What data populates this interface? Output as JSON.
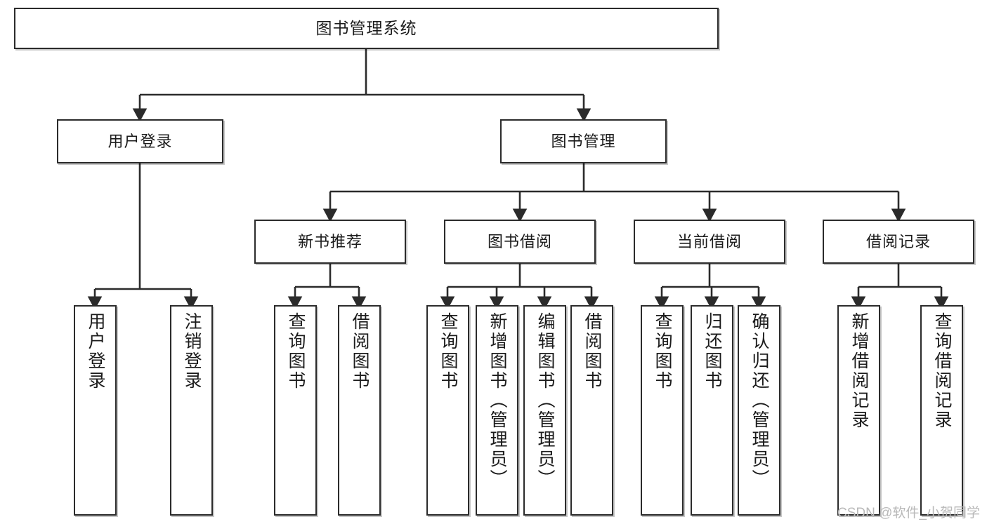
{
  "diagram": {
    "title": "图书管理系统",
    "type": "功能结构图",
    "nodes": {
      "root": {
        "label": "图书管理系统"
      },
      "level2": [
        {
          "id": "user-login",
          "label": "用户登录"
        },
        {
          "id": "book-manage",
          "label": "图书管理"
        }
      ],
      "level3": [
        {
          "id": "new-book-recommend",
          "label": "新书推荐"
        },
        {
          "id": "book-borrow",
          "label": "图书借阅"
        },
        {
          "id": "current-borrow",
          "label": "当前借阅"
        },
        {
          "id": "borrow-record",
          "label": "借阅记录"
        }
      ],
      "leaves": [
        {
          "id": "leaf-user-login",
          "label": "用户登录",
          "parent": "user-login"
        },
        {
          "id": "leaf-user-logout",
          "label": "注销登录",
          "parent": "user-login"
        },
        {
          "id": "leaf-query-book-1",
          "label": "查询图书",
          "parent": "new-book-recommend"
        },
        {
          "id": "leaf-borrow-book-1",
          "label": "借阅图书",
          "parent": "new-book-recommend"
        },
        {
          "id": "leaf-query-book-2",
          "label": "查询图书",
          "parent": "book-borrow"
        },
        {
          "id": "leaf-add-book",
          "label": "新增图书（管理员）",
          "parent": "book-borrow"
        },
        {
          "id": "leaf-edit-book",
          "label": "编辑图书（管理员）",
          "parent": "book-borrow"
        },
        {
          "id": "leaf-borrow-book-2",
          "label": "借阅图书",
          "parent": "book-borrow"
        },
        {
          "id": "leaf-query-book-3",
          "label": "查询图书",
          "parent": "current-borrow"
        },
        {
          "id": "leaf-return-book",
          "label": "归还图书",
          "parent": "current-borrow"
        },
        {
          "id": "leaf-confirm-return",
          "label": "确认归还（管理员）",
          "parent": "current-borrow"
        },
        {
          "id": "leaf-add-record",
          "label": "新增借阅记录",
          "parent": "borrow-record"
        },
        {
          "id": "leaf-query-record",
          "label": "查询借阅记录",
          "parent": "borrow-record"
        }
      ]
    },
    "colors": {
      "box_border": "#2b2b2b",
      "box_fill": "#ffffff",
      "connector": "#2b2b2b",
      "text": "#1b1b1b",
      "watermark": "#b9b9b9"
    }
  },
  "watermark": {
    "text": "CSDN @软件_小贺同学"
  }
}
